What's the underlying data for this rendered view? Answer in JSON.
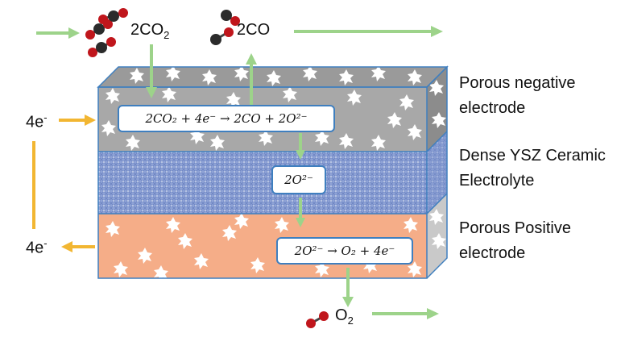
{
  "species": {
    "co2": {
      "label": "2CO",
      "sub": "2"
    },
    "co": {
      "label": "2CO"
    },
    "o2": {
      "label": "O",
      "sub": "2"
    }
  },
  "electrons": {
    "top": {
      "label": "4e",
      "sup": "-"
    },
    "bottom": {
      "label": "4e",
      "sup": "-"
    }
  },
  "layers": {
    "negative": {
      "label_line1": "Porous negative",
      "label_line2": "electrode",
      "color": "#a6a6a6"
    },
    "electrolyte": {
      "label_line1": "Dense YSZ Ceramic",
      "label_line2": "Electrolyte",
      "color": "#8fa3d6"
    },
    "positive": {
      "label_line1": "Porous Positive",
      "label_line2": "electrode",
      "color": "#f5b08c"
    }
  },
  "equations": {
    "cathode": "2CO₂ + 4e⁻ → 2CO + 2O²⁻",
    "ion": "2O²⁻",
    "anode": "2O²⁻ → O₂ + 4e⁻"
  },
  "colors": {
    "gas_arrow": "#9dd38a",
    "electron_arrow": "#f2b632",
    "oxygen_atom": "#c0161c",
    "carbon_atom": "#2b2b2b",
    "box_outline": "#3f7fbf"
  }
}
